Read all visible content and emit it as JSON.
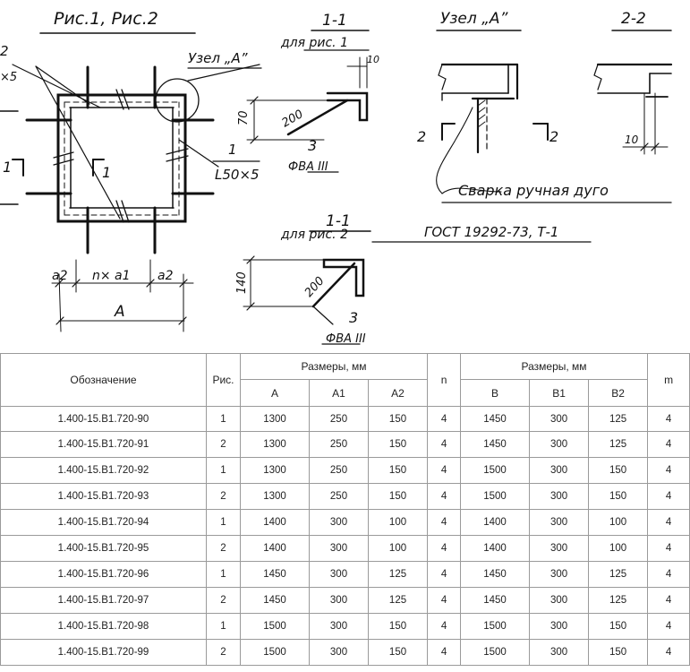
{
  "drawing": {
    "titles": {
      "fig_pair": "Рис.1, Рис.2",
      "section_1_1": "1-1",
      "node_a": "Узел „А”",
      "section_2_2": "2-2"
    },
    "fig1_labels": {
      "mark_2": "2",
      "mark_2_size": "×5",
      "node_a_callout": "Узел „А”",
      "mark_1": "1",
      "angle_l50": "L50×5",
      "section_left": "1",
      "section_right": "1",
      "dim_a2_left": "a2",
      "dim_na1": "n× a1",
      "dim_a2_right": "a2",
      "dim_A": "A"
    },
    "detail_1_1_fig1": {
      "title": "1-1",
      "subtitle": "для рис. 1",
      "dim_10": "10",
      "dim_70": "70",
      "dim_200": "200",
      "bar_number": "3",
      "bar_class": "ФВА III"
    },
    "detail_1_1_fig2": {
      "title": "1-1",
      "subtitle": "для рис. 2",
      "dim_140": "140",
      "dim_200": "200",
      "bar_number": "3",
      "bar_class": "ФВА III"
    },
    "node_a_detail": {
      "section_left": "2",
      "section_right": "2"
    },
    "section_2_2_detail": {
      "dim_10": "10"
    },
    "notes": {
      "welding": "Сварка ручная дуго",
      "gost": "ГОСТ 19292-73, Т-1"
    }
  },
  "table": {
    "headers": {
      "designation": "Обозначение",
      "fig": "Рис.",
      "dims_group_1": "Размеры, мм",
      "A": "A",
      "A1": "A1",
      "A2": "A2",
      "n": "n",
      "dims_group_2": "Размеры, мм",
      "B": "B",
      "B1": "B1",
      "B2": "B2",
      "m": "m"
    },
    "rows": [
      [
        "1.400-15.В1.720-90",
        "1",
        "1300",
        "250",
        "150",
        "4",
        "1450",
        "300",
        "125",
        "4"
      ],
      [
        "1.400-15.В1.720-91",
        "2",
        "1300",
        "250",
        "150",
        "4",
        "1450",
        "300",
        "125",
        "4"
      ],
      [
        "1.400-15.В1.720-92",
        "1",
        "1300",
        "250",
        "150",
        "4",
        "1500",
        "300",
        "150",
        "4"
      ],
      [
        "1.400-15.В1.720-93",
        "2",
        "1300",
        "250",
        "150",
        "4",
        "1500",
        "300",
        "150",
        "4"
      ],
      [
        "1.400-15.В1.720-94",
        "1",
        "1400",
        "300",
        "100",
        "4",
        "1400",
        "300",
        "100",
        "4"
      ],
      [
        "1.400-15.В1.720-95",
        "2",
        "1400",
        "300",
        "100",
        "4",
        "1400",
        "300",
        "100",
        "4"
      ],
      [
        "1.400-15.В1.720-96",
        "1",
        "1450",
        "300",
        "125",
        "4",
        "1450",
        "300",
        "125",
        "4"
      ],
      [
        "1.400-15.В1.720-97",
        "2",
        "1450",
        "300",
        "125",
        "4",
        "1450",
        "300",
        "125",
        "4"
      ],
      [
        "1.400-15.В1.720-98",
        "1",
        "1500",
        "300",
        "150",
        "4",
        "1500",
        "300",
        "150",
        "4"
      ],
      [
        "1.400-15.В1.720-99",
        "2",
        "1500",
        "300",
        "150",
        "4",
        "1500",
        "300",
        "150",
        "4"
      ]
    ]
  }
}
